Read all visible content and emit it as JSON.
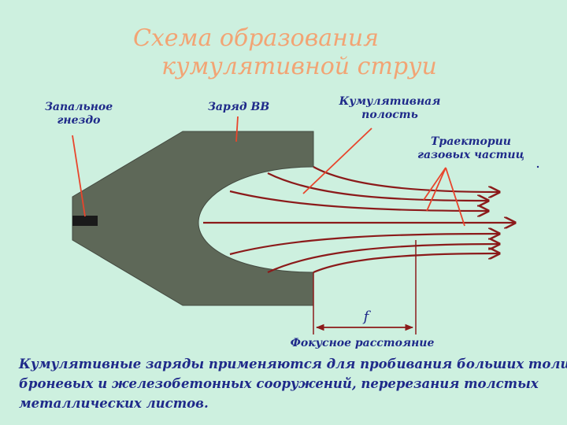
{
  "title": {
    "line1": "Схема образования",
    "line2": "кумулятивной струи"
  },
  "labels": {
    "igniter": [
      "Запальное",
      "гнездо"
    ],
    "charge": "Заряд ВВ",
    "cavity": [
      "Кумулятивная",
      "полость"
    ],
    "trajectories": [
      "Траектории",
      "газовых частиц"
    ],
    "focus_symbol": "f",
    "focus_distance": "Фокусное расстояние"
  },
  "caption": [
    "Кумулятивные заряды применяются для пробивания больших толщ",
    "броневых и железобетонных сооружений, перерезания толстых",
    "металлических листов."
  ],
  "colors": {
    "background": "#cdf0df",
    "charge_fill": "#5e6858",
    "trajectory": "#8b1a1a",
    "pointer": "#e8452c",
    "label": "#1f2a8a",
    "title": "#f2a474",
    "detonator": "#1a1a1a"
  }
}
